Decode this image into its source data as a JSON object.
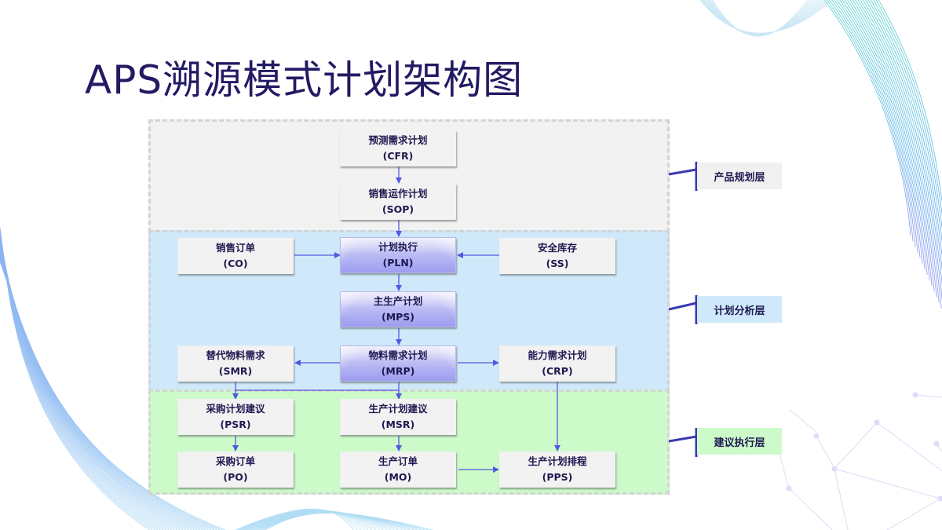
{
  "slide": {
    "title": "APS溯源模式计划架构图"
  },
  "colors": {
    "title": "#221a63",
    "arrow": "#5558e0",
    "layer_product": "#f2f2f2",
    "layer_analysis": "#cfe9fb",
    "layer_execution": "#ccfbc9",
    "highlight_node": "#b4b4f4",
    "bracket": "#3a3ab0"
  },
  "layers": [
    {
      "id": "product",
      "label": "产品规划层"
    },
    {
      "id": "analysis",
      "label": "计划分析层"
    },
    {
      "id": "execution",
      "label": "建议执行层"
    }
  ],
  "nodes": {
    "cfr": {
      "name": "预测需求计划",
      "code": "(CFR)",
      "layer": "product"
    },
    "sop": {
      "name": "销售运作计划",
      "code": "(SOP)",
      "layer": "product"
    },
    "co": {
      "name": "销售订单",
      "code": "(CO)",
      "layer": "analysis"
    },
    "pln": {
      "name": "计划执行",
      "code": "(PLN)",
      "layer": "analysis",
      "highlighted": true
    },
    "ss": {
      "name": "安全库存",
      "code": "(SS)",
      "layer": "analysis"
    },
    "mps": {
      "name": "主生产计划",
      "code": "(MPS)",
      "layer": "analysis",
      "highlighted": true
    },
    "smr": {
      "name": "替代物料需求",
      "code": "(SMR)",
      "layer": "analysis"
    },
    "mrp": {
      "name": "物料需求计划",
      "code": "(MRP)",
      "layer": "analysis",
      "highlighted": true
    },
    "crp": {
      "name": "能力需求计划",
      "code": "(CRP)",
      "layer": "analysis"
    },
    "psr": {
      "name": "采购计划建议",
      "code": "(PSR)",
      "layer": "execution"
    },
    "msr": {
      "name": "生产计划建议",
      "code": "(MSR)",
      "layer": "execution"
    },
    "po": {
      "name": "采购订单",
      "code": "(PO)",
      "layer": "execution"
    },
    "mo": {
      "name": "生产订单",
      "code": "(MO)",
      "layer": "execution"
    },
    "pps": {
      "name": "生产计划排程",
      "code": "(PPS)",
      "layer": "execution"
    }
  },
  "edges": [
    [
      "cfr",
      "sop"
    ],
    [
      "sop",
      "pln"
    ],
    [
      "co",
      "pln"
    ],
    [
      "ss",
      "pln"
    ],
    [
      "pln",
      "mps"
    ],
    [
      "mps",
      "mrp"
    ],
    [
      "mrp",
      "smr"
    ],
    [
      "mrp",
      "crp"
    ],
    [
      "smr",
      "psr"
    ],
    [
      "mrp",
      "msr"
    ],
    [
      "mrp",
      "psr"
    ],
    [
      "psr",
      "po"
    ],
    [
      "msr",
      "mo"
    ],
    [
      "mo",
      "pps"
    ],
    [
      "crp",
      "pps"
    ]
  ]
}
